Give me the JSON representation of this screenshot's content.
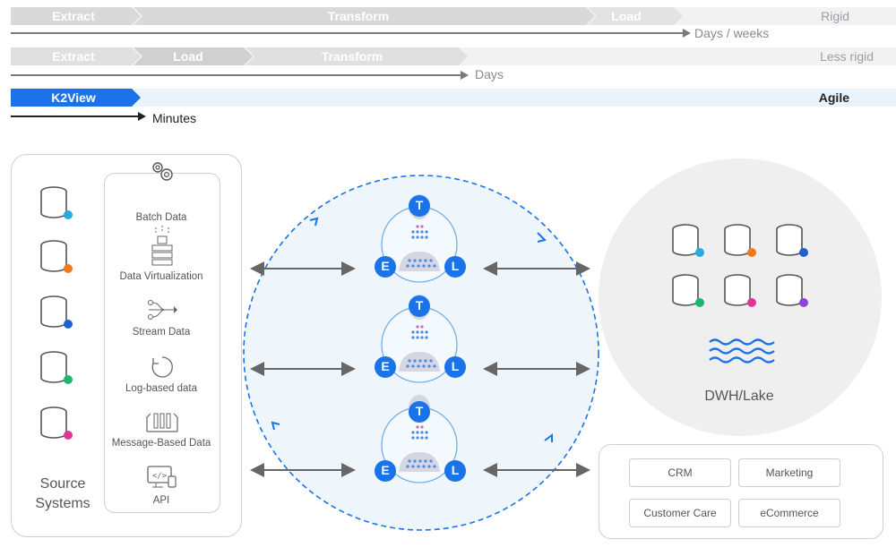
{
  "timeline": {
    "row1": {
      "segments": [
        "Extract",
        "Transform",
        "Load"
      ],
      "rigidity": "Rigid",
      "duration": "Days / weeks"
    },
    "row2": {
      "segments": [
        "Extract",
        "Load",
        "Transform"
      ],
      "rigidity": "Less rigid",
      "duration": "Days"
    },
    "row3": {
      "segment": "K2View",
      "rigidity": "Agile",
      "duration": "Minutes"
    }
  },
  "sources": {
    "label": "Source Systems",
    "database_dot_colors": [
      "#2aa8e0",
      "#f07a1a",
      "#1f5fd6",
      "#21b573",
      "#e0369a"
    ],
    "types": [
      {
        "label": "Batch Data",
        "icon": "batch-data-icon"
      },
      {
        "label": "Data Virtualization",
        "icon": "data-virtualization-icon"
      },
      {
        "label": "Stream Data",
        "icon": "stream-data-icon"
      },
      {
        "label": "Log-based data",
        "icon": "log-based-icon"
      },
      {
        "label": "Message-Based Data",
        "icon": "message-based-icon"
      },
      {
        "label": "API",
        "icon": "api-icon"
      }
    ]
  },
  "etl_nodes": [
    {
      "top": "T",
      "left": "E",
      "right": "L"
    },
    {
      "top": "T",
      "left": "E",
      "right": "L"
    },
    {
      "top": "T",
      "left": "E",
      "right": "L"
    }
  ],
  "targets": {
    "dwh_label": "DWH/Lake",
    "dwh_dot_colors": [
      "#2aa8e0",
      "#f07a1a",
      "#1f5fd6",
      "#21b573",
      "#e0369a",
      "#8e44d8"
    ],
    "apps": [
      "CRM",
      "Marketing",
      "Customer Care",
      "eCommerce"
    ]
  },
  "colors": {
    "accent": "#1a73e8",
    "segment_gray": "#d9d9d9",
    "agile_band": "#e8f3fb"
  }
}
